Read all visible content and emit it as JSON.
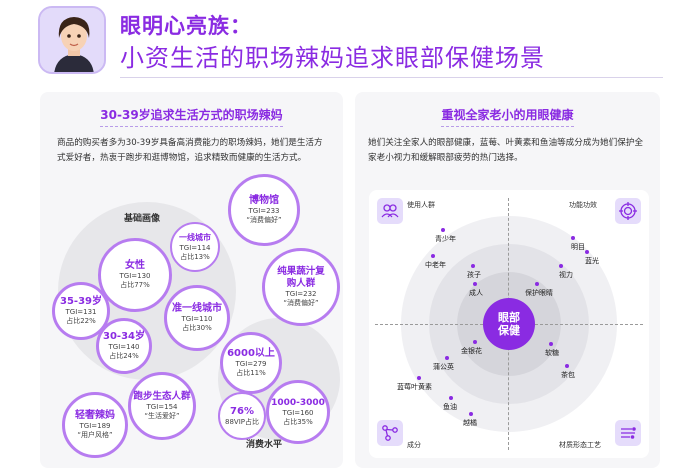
{
  "header": {
    "title_line1": "眼明心亮族：",
    "title_line2": "小资生活的职场辣妈追求眼部保健场景"
  },
  "left_panel": {
    "title": "30-39岁追求生活方式的职场辣妈",
    "description": "商品的购买者多为30-39岁具备高消费能力的职场辣妈，她们是生活方式爱好者，热衷于跑步和逛博物馆，追求精致而健康的生活方式。",
    "circle_labels": {
      "basic": "基础画像",
      "consumption": "消费水平"
    },
    "bubbles": [
      {
        "title": "博物馆",
        "lines": [
          "TGI=233",
          "“消费偏好”"
        ]
      },
      {
        "title": "一线城市",
        "lines": [
          "TGI=114",
          "占比13%"
        ]
      },
      {
        "title": "女性",
        "lines": [
          "TGI=130",
          "占比77%"
        ]
      },
      {
        "title": "纯果蔬汁复购人群",
        "lines": [
          "TGI=232",
          "“消费偏好”"
        ]
      },
      {
        "title": "准一线城市",
        "lines": [
          "TGI=110",
          "占比30%"
        ]
      },
      {
        "title": "35-39岁",
        "lines": [
          "TGI=131",
          "占比22%"
        ]
      },
      {
        "title": "30-34岁",
        "lines": [
          "TGI=140",
          "占比24%"
        ]
      },
      {
        "title": "6000以上",
        "lines": [
          "TGI=279",
          "占比11%"
        ]
      },
      {
        "title": "跑步生态人群",
        "lines": [
          "TGI=154",
          "“生活爱好”"
        ]
      },
      {
        "title": "76%",
        "lines": [
          "88VIP占比"
        ]
      },
      {
        "title": "1000-3000",
        "lines": [
          "TGI=160",
          "占比35%"
        ]
      },
      {
        "title": "轻奢辣妈",
        "lines": [
          "TGI=189",
          "“用户风格”"
        ]
      }
    ]
  },
  "right_panel": {
    "title": "重视全家老小的用眼健康",
    "description": "她们关注全家人的眼部健康，蓝莓、叶黄素和鱼油等成分成为她们保护全家老小视力和缓解眼部疲劳的热门选择。",
    "center": "眼部保健",
    "quadrants": {
      "users": "使用人群",
      "function": "功能功效",
      "ingredients": "成分",
      "material": "材质形态工艺"
    },
    "users": [
      "青少年",
      "中老年",
      "孩子",
      "成人"
    ],
    "functions": [
      "明目",
      "蓝光",
      "视力",
      "保护眼睛"
    ],
    "ingredients": [
      "蓝莓叶黄素",
      "蒲公英",
      "鱼油",
      "越橘"
    ],
    "materials": [
      "软糖",
      "茶包",
      "金银花"
    ],
    "colors": {
      "accent": "#8a2be2",
      "bubble_border": "#b77cf0"
    }
  }
}
